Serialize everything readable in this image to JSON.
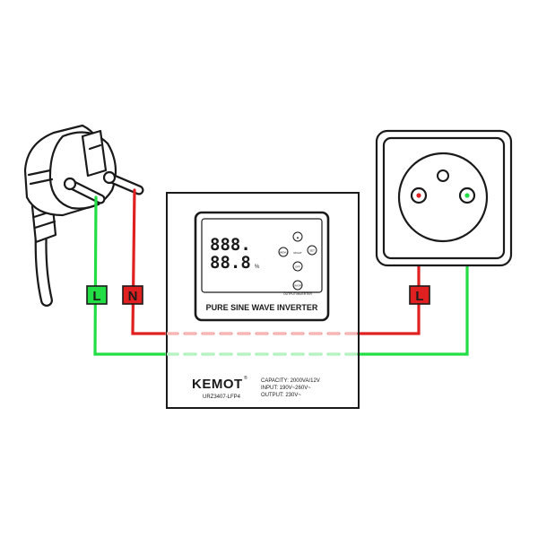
{
  "colors": {
    "live_wire": "#e02020",
    "neutral_wire": "#22dd44",
    "outline": "#1a1a1a",
    "panel_bg": "#ffffff"
  },
  "labels": {
    "plug_left": "L",
    "plug_right": "N",
    "socket_tag": "L"
  },
  "display": {
    "digits_top": "888.",
    "digits_bottom": "88.8",
    "percent": "%",
    "btn_top": "▲",
    "btn_menu": "MENU",
    "btn_right_top": "SET",
    "btn_right_label": "RIGHT",
    "btn_bottom": "ON/OFF",
    "btn_bottom_tiny": "OFF",
    "btn_bottom_label": "OUTPUT/INVERTER",
    "caption": "PURE SINE WAVE INVERTER"
  },
  "device": {
    "brand": "KEMOT",
    "reg": "®",
    "model": "URZ3407-LFP4",
    "spec_capacity": "CAPACITY: 2000VA/12V",
    "spec_input": "INPUT:   190V~260V~",
    "spec_output": "OUTPUT: 230V~"
  }
}
